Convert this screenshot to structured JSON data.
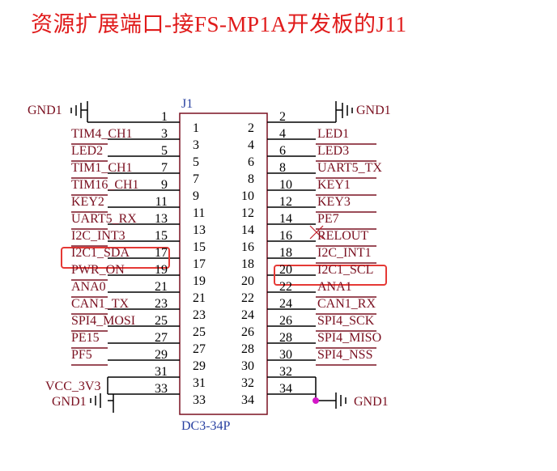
{
  "title": "资源扩展端口-接FS-MP1A开发板的J11",
  "connector": {
    "refdes": "J1",
    "part": "DC3-34P"
  },
  "power": {
    "gnd_tl": "GND1",
    "gnd_tr": "GND1",
    "vcc": "VCC_3V3",
    "gnd_bl": "GND1",
    "gnd_br": "GND1"
  },
  "left_pins": [
    {
      "num": "1",
      "net": ""
    },
    {
      "num": "3",
      "net": "TIM4_CH1"
    },
    {
      "num": "5",
      "net": "LED2"
    },
    {
      "num": "7",
      "net": "TIM1_CH1"
    },
    {
      "num": "9",
      "net": "TIM16_CH1"
    },
    {
      "num": "11",
      "net": "KEY2"
    },
    {
      "num": "13",
      "net": "UART5_RX"
    },
    {
      "num": "15",
      "net": "I2C_INT3"
    },
    {
      "num": "17",
      "net": "I2C1_SDA"
    },
    {
      "num": "19",
      "net": "PWR_ON"
    },
    {
      "num": "21",
      "net": "ANA0"
    },
    {
      "num": "23",
      "net": "CAN1_TX"
    },
    {
      "num": "25",
      "net": "SPI4_MOSI"
    },
    {
      "num": "27",
      "net": "PE15"
    },
    {
      "num": "29",
      "net": "PF5"
    },
    {
      "num": "31",
      "net": ""
    },
    {
      "num": "33",
      "net": ""
    }
  ],
  "right_pins": [
    {
      "num": "2",
      "net": ""
    },
    {
      "num": "4",
      "net": "LED1"
    },
    {
      "num": "6",
      "net": "LED3"
    },
    {
      "num": "8",
      "net": "UART5_TX"
    },
    {
      "num": "10",
      "net": "KEY1"
    },
    {
      "num": "12",
      "net": "KEY3"
    },
    {
      "num": "14",
      "net": "PE7"
    },
    {
      "num": "16",
      "net": "RELOUT"
    },
    {
      "num": "18",
      "net": "I2C_INT1"
    },
    {
      "num": "20",
      "net": "I2C1_SCL"
    },
    {
      "num": "22",
      "net": "ANA1"
    },
    {
      "num": "24",
      "net": "CAN1_RX"
    },
    {
      "num": "26",
      "net": "SPI4_SCK"
    },
    {
      "num": "28",
      "net": "SPI4_MISO"
    },
    {
      "num": "30",
      "net": "SPI4_NSS"
    },
    {
      "num": "32",
      "net": ""
    },
    {
      "num": "34",
      "net": ""
    }
  ],
  "inner_left": [
    "1",
    "3",
    "5",
    "7",
    "9",
    "11",
    "13",
    "15",
    "17",
    "19",
    "21",
    "23",
    "25",
    "27",
    "29",
    "31",
    "33"
  ],
  "inner_right": [
    "2",
    "4",
    "6",
    "8",
    "10",
    "12",
    "14",
    "16",
    "18",
    "20",
    "22",
    "24",
    "26",
    "28",
    "30",
    "32",
    "34"
  ]
}
